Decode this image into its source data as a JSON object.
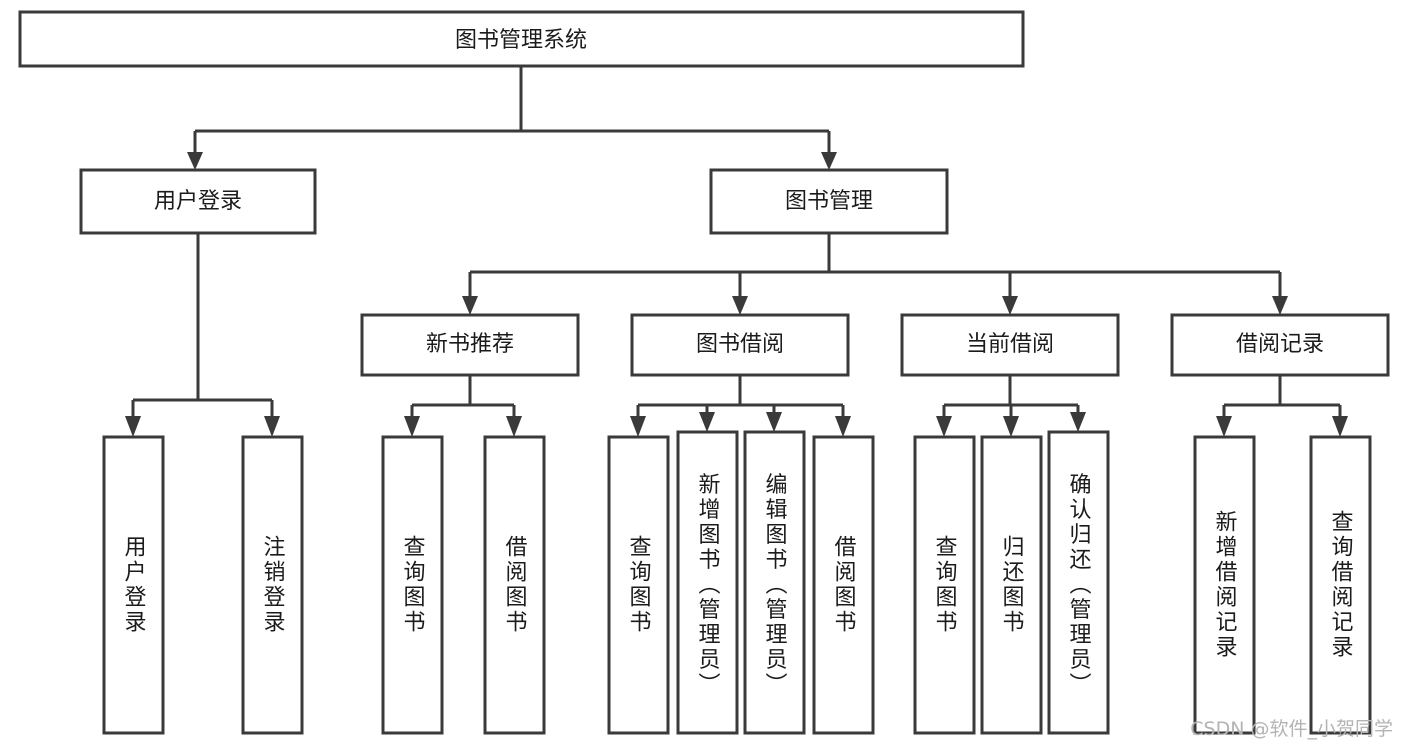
{
  "diagram": {
    "type": "tree-hierarchy-flowchart",
    "title": "图书管理系统",
    "watermark": "CSDN @软件_小贺同学",
    "colors": {
      "background": "#ffffff",
      "box_fill": "#ffffff",
      "box_stroke": "#3a3a3a",
      "line": "#3a3a3a",
      "text": "#1b1b1b",
      "watermark": "#b4b4b4"
    },
    "levels": [
      {
        "level": 1,
        "nodes": [
          {
            "id": "root",
            "label": "图书管理系统",
            "orientation": "horizontal"
          }
        ]
      },
      {
        "level": 2,
        "nodes": [
          {
            "id": "user-login",
            "label": "用户登录",
            "orientation": "horizontal",
            "parent": "root"
          },
          {
            "id": "book-manage",
            "label": "图书管理",
            "orientation": "horizontal",
            "parent": "root"
          }
        ]
      },
      {
        "level": 3,
        "nodes": [
          {
            "id": "new-book-rec",
            "label": "新书推荐",
            "orientation": "horizontal",
            "parent": "book-manage"
          },
          {
            "id": "book-borrow",
            "label": "图书借阅",
            "orientation": "horizontal",
            "parent": "book-manage"
          },
          {
            "id": "current-borrow",
            "label": "当前借阅",
            "orientation": "horizontal",
            "parent": "book-manage"
          },
          {
            "id": "borrow-record",
            "label": "借阅记录",
            "orientation": "horizontal",
            "parent": "book-manage"
          }
        ]
      },
      {
        "level": 4,
        "nodes": [
          {
            "id": "leaf-user-login",
            "label": "用户登录",
            "orientation": "vertical",
            "parent": "user-login"
          },
          {
            "id": "leaf-logout-login",
            "label": "注销登录",
            "orientation": "vertical",
            "parent": "user-login"
          },
          {
            "id": "leaf-query-book-1",
            "label": "查询图书",
            "orientation": "vertical",
            "parent": "new-book-rec"
          },
          {
            "id": "leaf-borrow-book-1",
            "label": "借阅图书",
            "orientation": "vertical",
            "parent": "new-book-rec"
          },
          {
            "id": "leaf-query-book-2",
            "label": "查询图书",
            "orientation": "vertical",
            "parent": "book-borrow"
          },
          {
            "id": "leaf-add-book",
            "label": "新增图书（管理员）",
            "orientation": "vertical",
            "parent": "book-borrow"
          },
          {
            "id": "leaf-edit-book",
            "label": "编辑图书（管理员）",
            "orientation": "vertical",
            "parent": "book-borrow"
          },
          {
            "id": "leaf-borrow-book-2",
            "label": "借阅图书",
            "orientation": "vertical",
            "parent": "book-borrow"
          },
          {
            "id": "leaf-query-book-3",
            "label": "查询图书",
            "orientation": "vertical",
            "parent": "current-borrow"
          },
          {
            "id": "leaf-return-book",
            "label": "归还图书",
            "orientation": "vertical",
            "parent": "current-borrow"
          },
          {
            "id": "leaf-confirm-return",
            "label": "确认归还（管理员）",
            "orientation": "vertical",
            "parent": "current-borrow"
          },
          {
            "id": "leaf-add-record",
            "label": "新增借阅记录",
            "orientation": "vertical",
            "parent": "borrow-record"
          },
          {
            "id": "leaf-query-record",
            "label": "查询借阅记录",
            "orientation": "vertical",
            "parent": "borrow-record"
          }
        ]
      }
    ]
  }
}
